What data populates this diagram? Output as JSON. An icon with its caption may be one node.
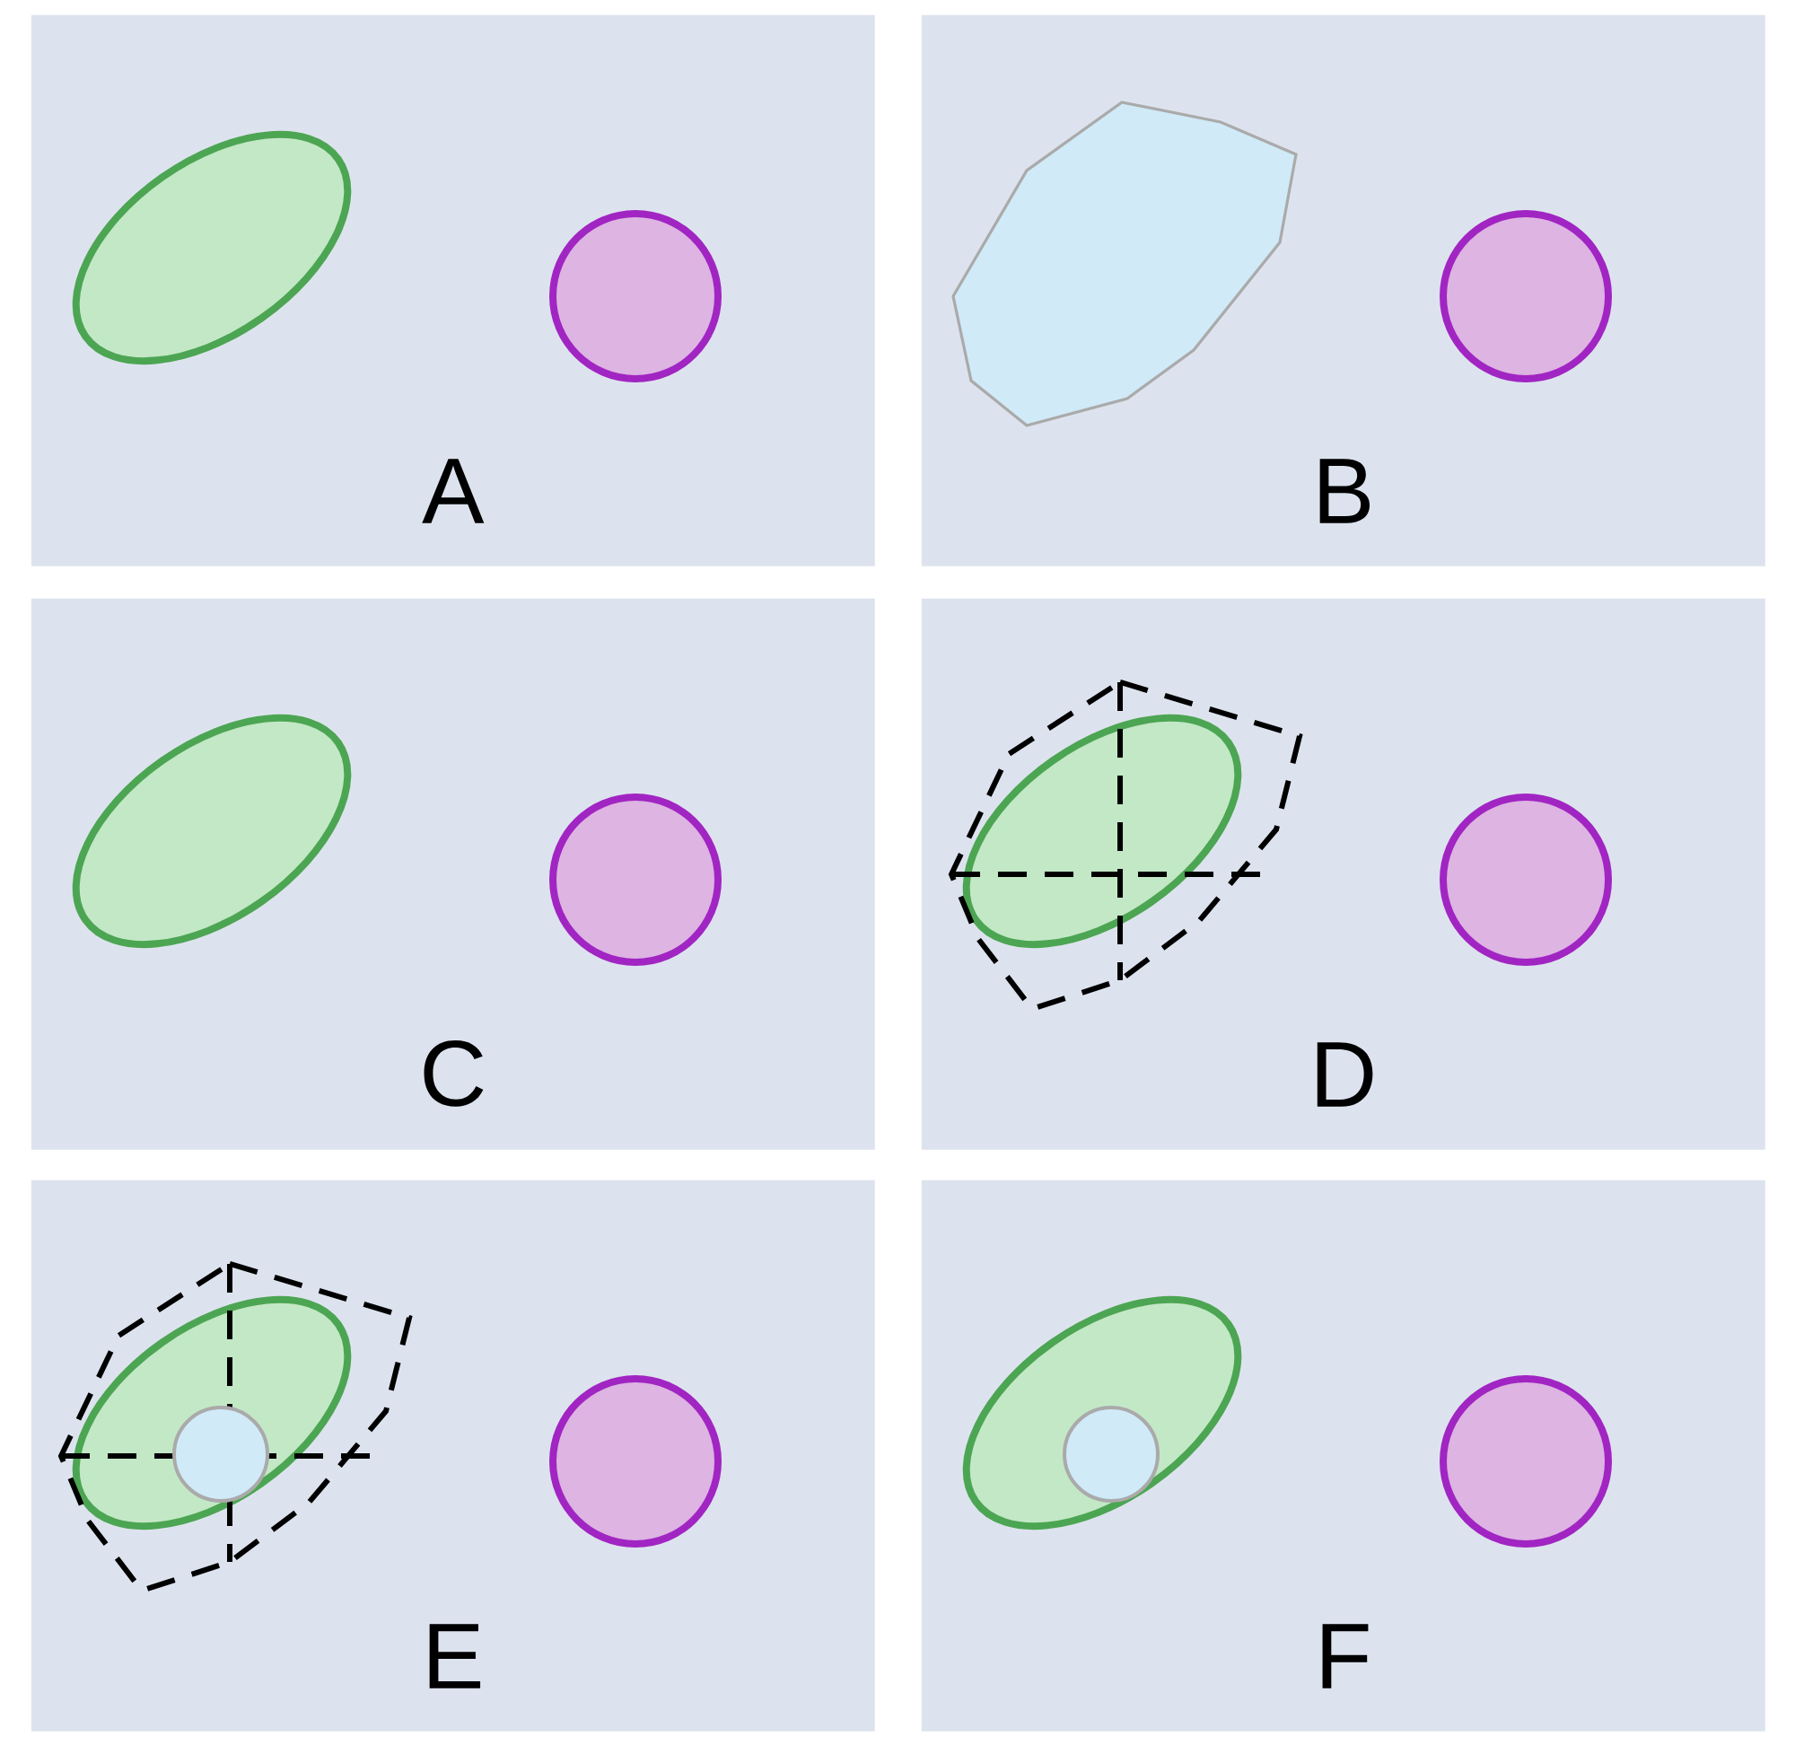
{
  "diagram": {
    "nodes": [
      {
        "text": [
          "A"
        ]
      },
      {
        "text": [
          "B"
        ]
      },
      {
        "text": [
          "C"
        ]
      },
      {
        "text": [
          "D"
        ]
      },
      {
        "text": [
          "E"
        ]
      },
      {
        "text": [
          "F"
        ]
      }
    ]
  }
}
